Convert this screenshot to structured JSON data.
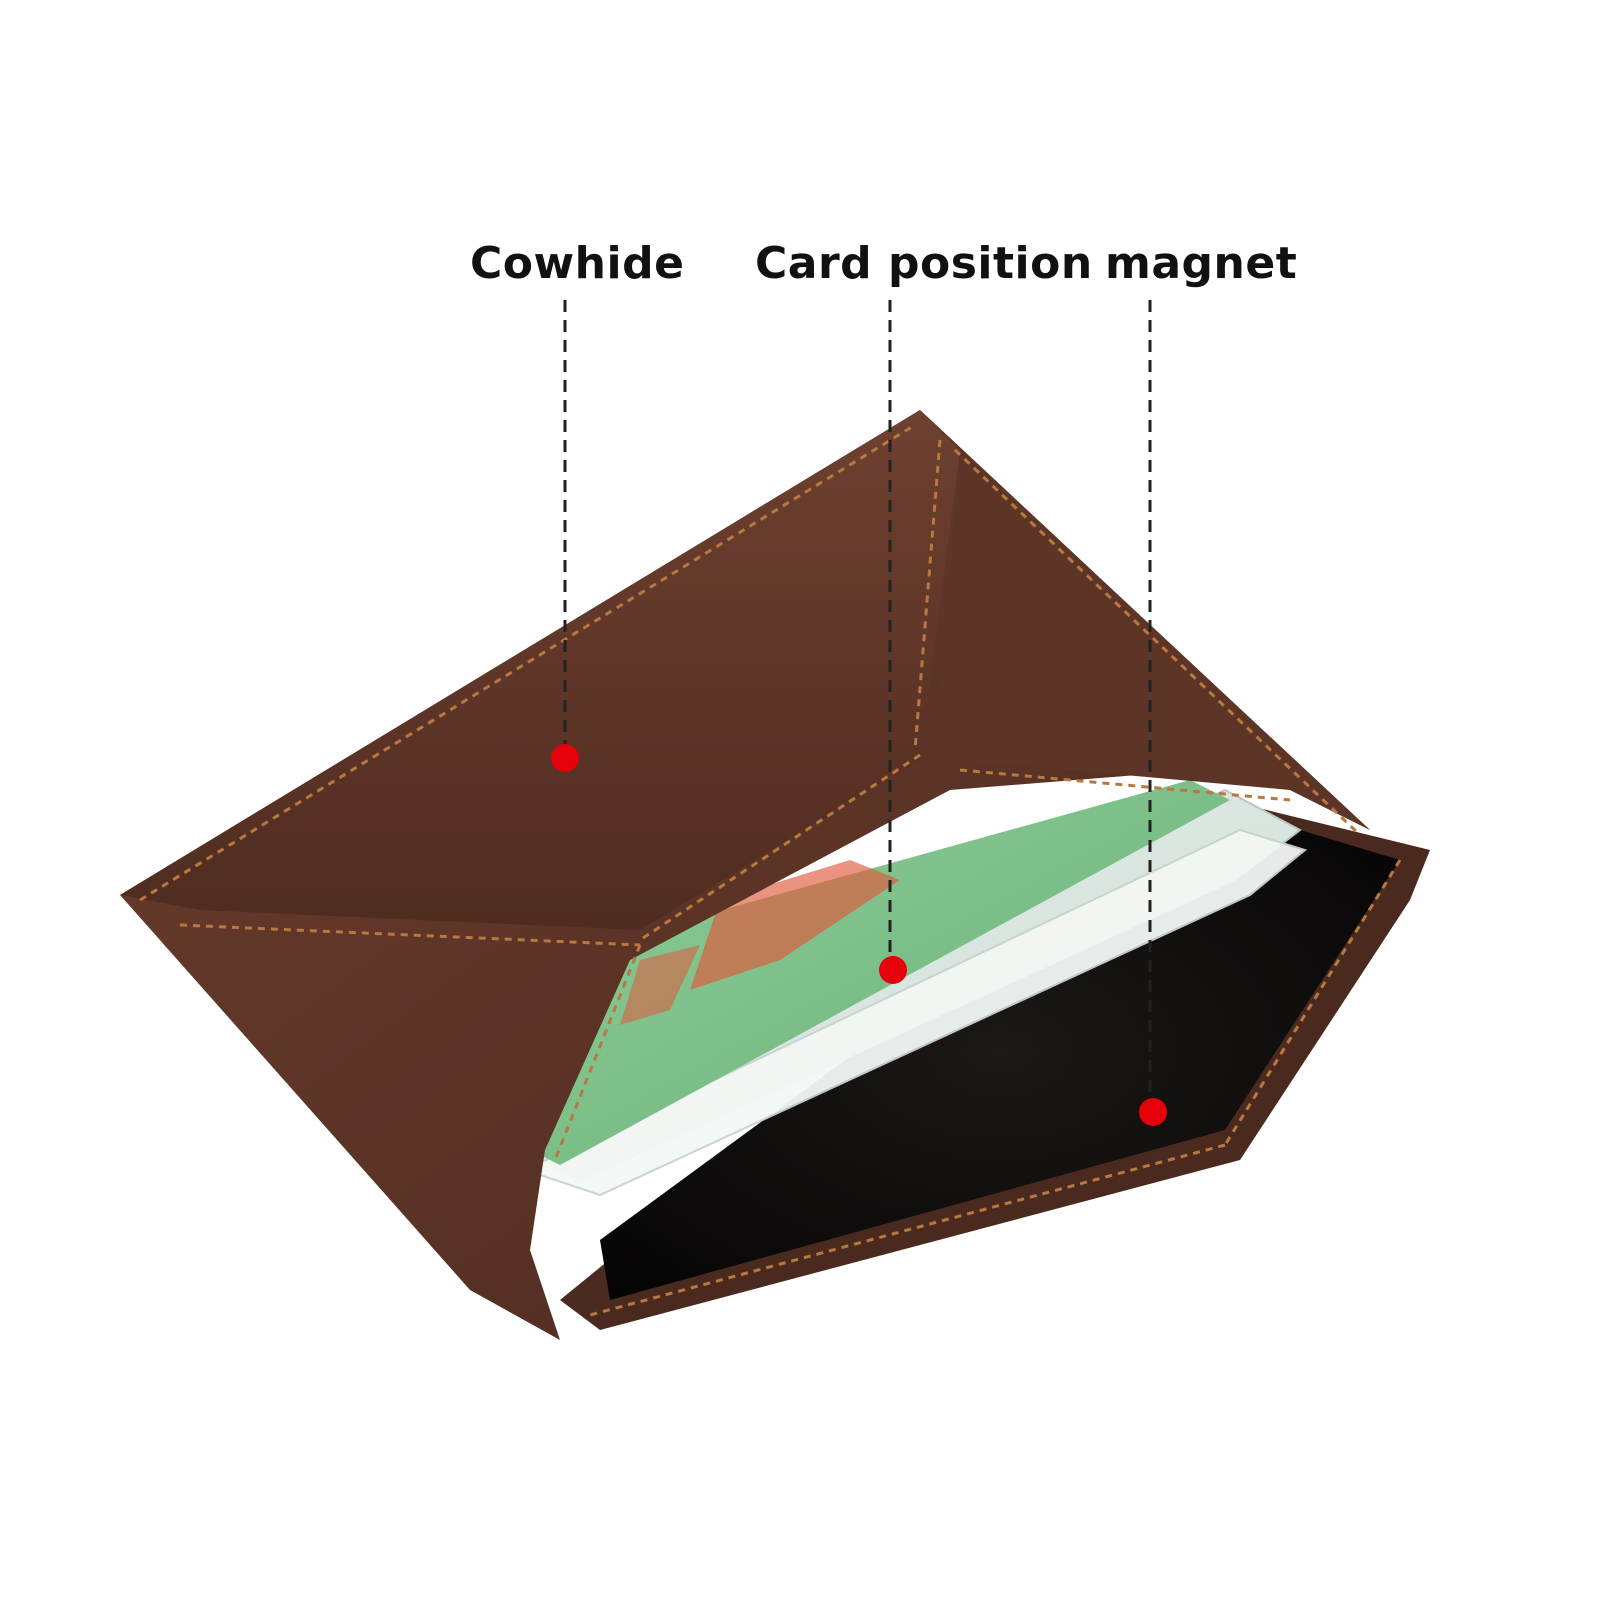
{
  "callouts": [
    {
      "label": "Cowhide",
      "marker_color": "#e5000a"
    },
    {
      "label": "Card position",
      "marker_color": "#e5000a"
    },
    {
      "label": "magnet",
      "marker_color": "#e5000a"
    }
  ],
  "colors": {
    "leather": "#5a3326",
    "leather_dark": "#3f2218",
    "stitching": "#b8783f",
    "lining": "#0f0d0d",
    "card_green": "#7fbf8a",
    "card_red": "#e0583c",
    "leader_line": "#222222"
  }
}
